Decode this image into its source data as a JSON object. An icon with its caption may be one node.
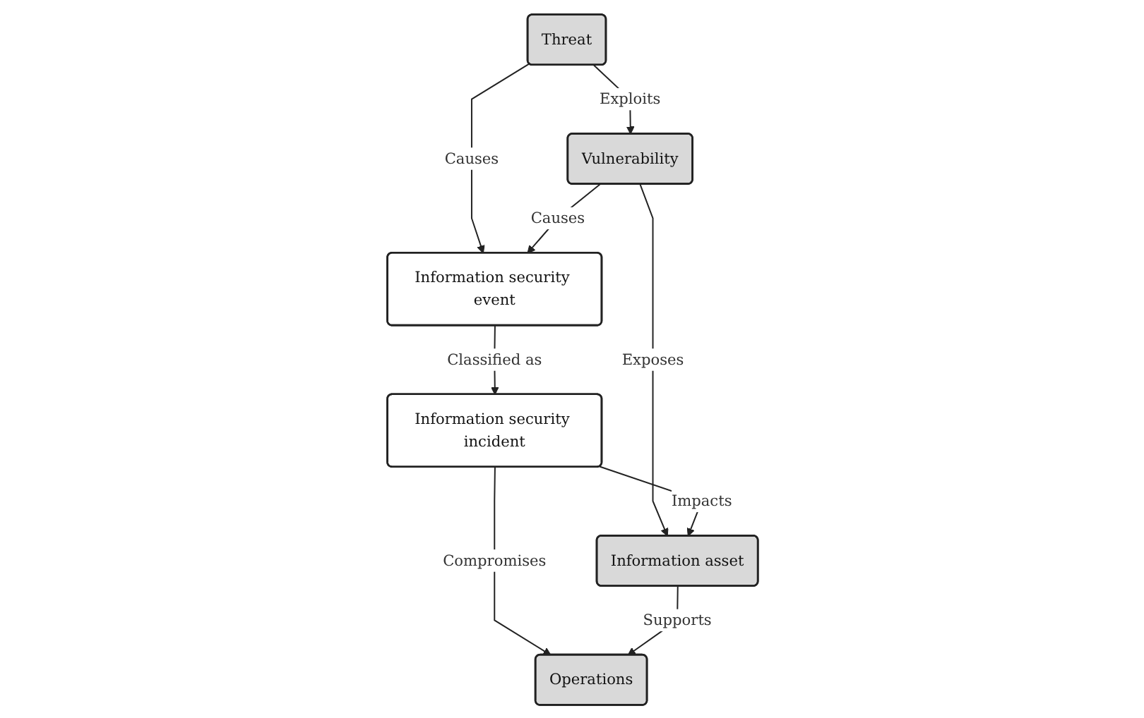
{
  "diagram": {
    "nodes": [
      {
        "text": [
          "Threat"
        ]
      },
      {
        "text": [
          "Information security event"
        ]
      },
      {
        "text": [
          "Vulnerability"
        ]
      },
      {
        "text": [
          "Information security incident"
        ]
      },
      {
        "text": [
          "Information asset"
        ]
      },
      {
        "text": [
          "Operations"
        ]
      }
    ],
    "edges": [
      {
        "from": 0,
        "to": 1,
        "arrow": "to",
        "label": "Causes"
      },
      {
        "from": 0,
        "to": 2,
        "arrow": "to",
        "label": "Exploits"
      },
      {
        "from": 2,
        "to": 1,
        "arrow": "to",
        "label": "Causes"
      },
      {
        "from": 1,
        "to": 3,
        "arrow": "to",
        "label": "Classified as"
      },
      {
        "from": 2,
        "to": 4,
        "arrow": "to",
        "label": "Exposes"
      },
      {
        "from": 3,
        "to": 4,
        "arrow": "to",
        "label": "Impacts"
      },
      {
        "from": 3,
        "to": 5,
        "arrow": "to",
        "label": "Compromises"
      },
      {
        "from": 4,
        "to": 5,
        "arrow": "to",
        "label": "Supports"
      }
    ]
  }
}
